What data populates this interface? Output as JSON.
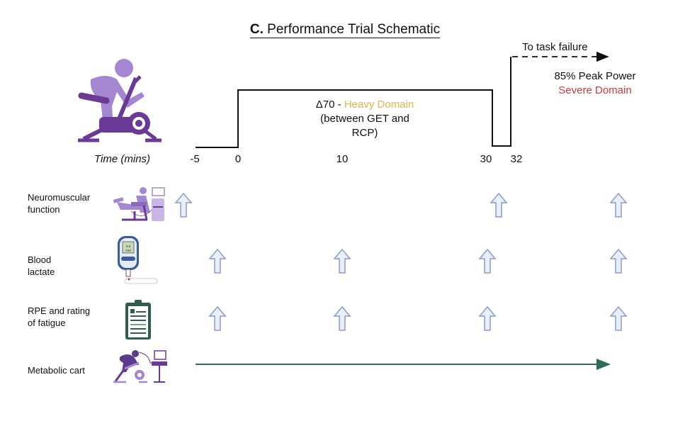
{
  "title": {
    "letter": "C.",
    "text": " Performance Trial Schematic"
  },
  "timeline": {
    "axis_label": "Time (mins)",
    "ticks": [
      "-5",
      "0",
      "10",
      "30",
      "32"
    ],
    "heavy_domain": {
      "prefix": "Δ70 - ",
      "domain_label": "Heavy Domain",
      "line2": "(between GET and",
      "line3": "RCP)"
    },
    "severe_domain": {
      "line1": "85% Peak Power",
      "domain_label": "Severe Domain"
    },
    "task_failure_label": "To task failure"
  },
  "measures": [
    {
      "name": "neuromuscular",
      "label_line1": "Neuromuscular",
      "label_line2": "function",
      "icon": "neuromuscular-test-icon",
      "timepoints": [
        "pre",
        "30",
        "end"
      ]
    },
    {
      "name": "blood-lactate",
      "label_line1": "Blood",
      "label_line2": "lactate",
      "icon": "lactate-meter-icon",
      "timepoints": [
        "0",
        "10",
        "30",
        "end"
      ]
    },
    {
      "name": "rpe",
      "label_line1": "RPE and rating",
      "label_line2": "of fatigue",
      "icon": "clipboard-icon",
      "timepoints": [
        "0",
        "10",
        "30",
        "end"
      ]
    },
    {
      "name": "metabolic-cart",
      "label_line1": "Metabolic cart",
      "label_line2": "",
      "icon": "metabolic-cart-icon",
      "timepoints": [
        "continuous"
      ]
    }
  ],
  "colors": {
    "heavy": "#e8b24a",
    "severe": "#d0393c",
    "purple_dark": "#6b3a96",
    "purple_light": "#a487d0",
    "arrow_fill": "#e8eefa",
    "arrow_stroke": "#8a9cc8",
    "green": "#2f6b5b"
  }
}
